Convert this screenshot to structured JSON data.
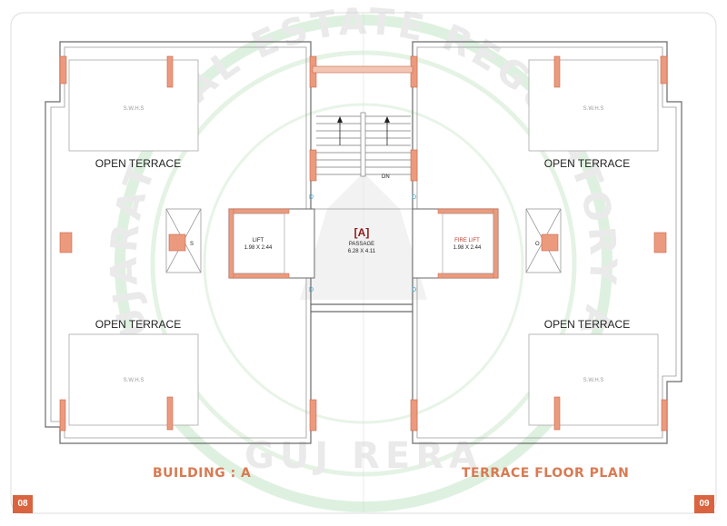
{
  "plan": {
    "open_terrace_labels": [
      "OPEN TERRACE",
      "OPEN TERRACE",
      "OPEN TERRACE",
      "OPEN TERRACE"
    ],
    "swhs_label": "S.W.H.S",
    "lift": {
      "name": "LIFT",
      "size": "1.98 X 2.44"
    },
    "fire_lift": {
      "name": "FIRE LIFT",
      "size": "1.98 X 2.44"
    },
    "passage": {
      "tag": "[A]",
      "name": "PASSAGE",
      "size": "6.28 X 4.11"
    },
    "stair_label": "DN",
    "duct_left_label": "S",
    "duct_right_label": "O",
    "door_mark": "D"
  },
  "watermark": {
    "arc_text": "GUJARAT REAL ESTATE REGULATORY AUTHORITY",
    "bottom_text": "GUJ RERA"
  },
  "footer": {
    "left_title": "BUILDING : A",
    "right_title": "TERRACE FLOOR PLAN",
    "left_page": "08",
    "right_page": "09"
  },
  "colors": {
    "accent": "#d9643f",
    "column_fill": "#ec9a7d",
    "fire_lift_text": "#c0392b",
    "passage_tag": "#8b1a1a",
    "watermark": "#bfe3c4"
  }
}
